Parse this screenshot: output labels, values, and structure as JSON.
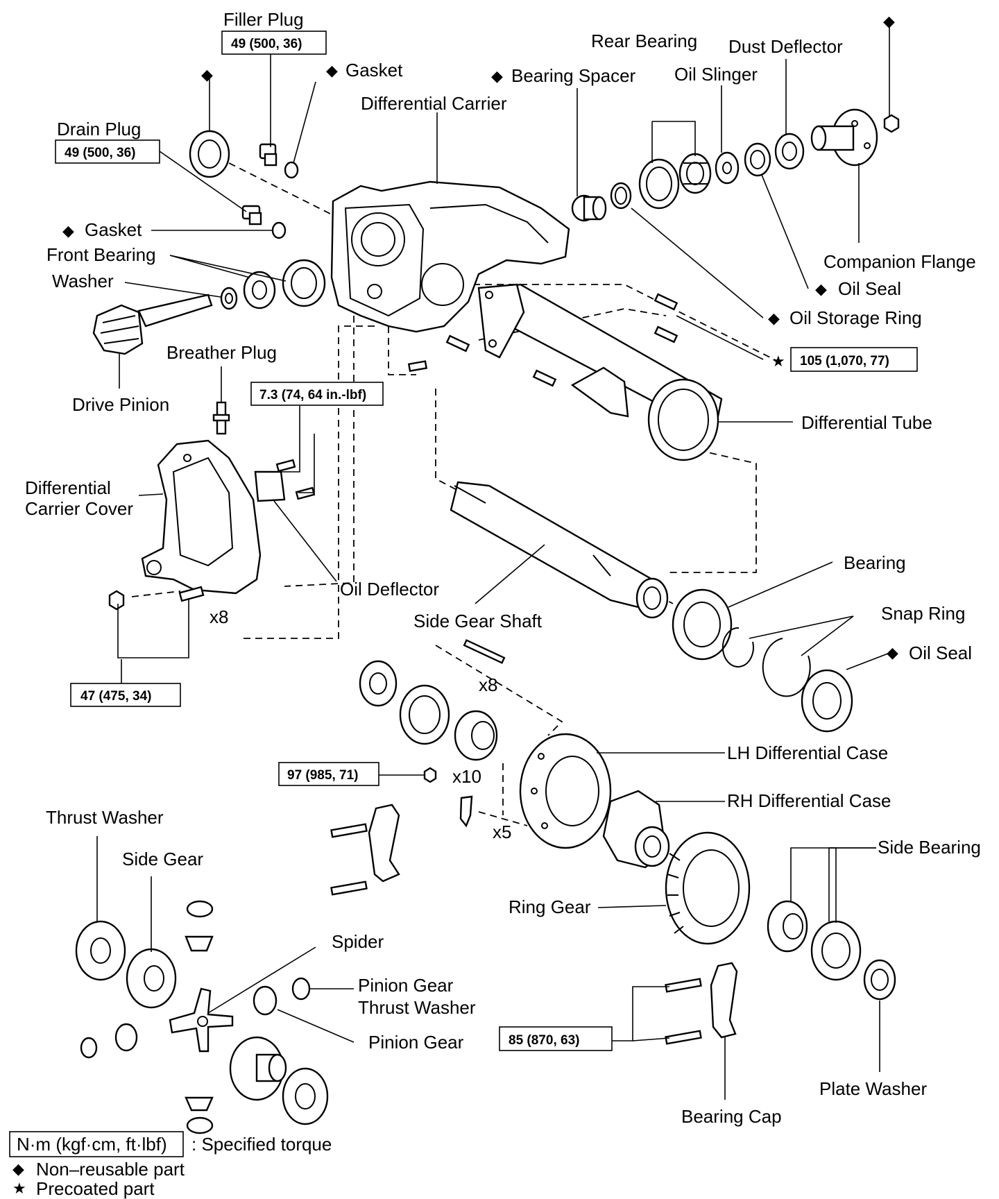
{
  "labels": {
    "filler_plug": "Filler Plug",
    "gasket_top": "Gasket",
    "differential_carrier": "Differential Carrier",
    "bearing_spacer": "Bearing Spacer",
    "rear_bearing": "Rear Bearing",
    "dust_deflector": "Dust Deflector",
    "oil_slinger": "Oil Slinger",
    "drain_plug": "Drain Plug",
    "gasket_left": "Gasket",
    "front_bearing": "Front Bearing",
    "washer": "Washer",
    "companion_flange": "Companion Flange",
    "oil_seal_top": "Oil Seal",
    "oil_storage_ring": "Oil Storage Ring",
    "breather_plug": "Breather Plug",
    "drive_pinion": "Drive Pinion",
    "differential_tube": "Differential Tube",
    "differential_carrier_cover_1": "Differential",
    "differential_carrier_cover_2": "Carrier Cover",
    "oil_deflector": "Oil Deflector",
    "bearing": "Bearing",
    "snap_ring": "Snap Ring",
    "side_gear_shaft": "Side Gear Shaft",
    "oil_seal_right": "Oil Seal",
    "lh_differential_case": "LH Differential Case",
    "rh_differential_case": "RH Differential Case",
    "thrust_washer": "Thrust Washer",
    "side_gear": "Side Gear",
    "side_bearing": "Side Bearing",
    "ring_gear": "Ring Gear",
    "spider": "Spider",
    "pinion_gear_thrust_washer_1": "Pinion Gear",
    "pinion_gear_thrust_washer_2": "Thrust Washer",
    "pinion_gear": "Pinion Gear",
    "plate_washer": "Plate Washer",
    "bearing_cap": "Bearing Cap"
  },
  "torques": {
    "filler_plug": "49 (500, 36)",
    "drain_plug": "49 (500, 36)",
    "oil_deflector_bolts": "7.3 (74, 64 in.-lbf)",
    "cover_bolts": "47 (475, 34)",
    "tube_bolts": "105 (1,070, 77)",
    "case_bolts": "97 (985, 71)",
    "bearing_cap_bolts": "85 (870, 63)"
  },
  "quantities": {
    "cover_bolts": "x8",
    "case_bolts_top": "x8",
    "case_bolts_mid": "x10",
    "case_locks": "x5"
  },
  "symbols": {
    "non_reusable": "◆",
    "precoated": "★"
  },
  "legend": {
    "torque_box": "N·m (kgf·cm, ft·lbf)",
    "torque_desc": ": Specified torque",
    "non_reusable": "Non–reusable part",
    "precoated": "Precoated part"
  }
}
